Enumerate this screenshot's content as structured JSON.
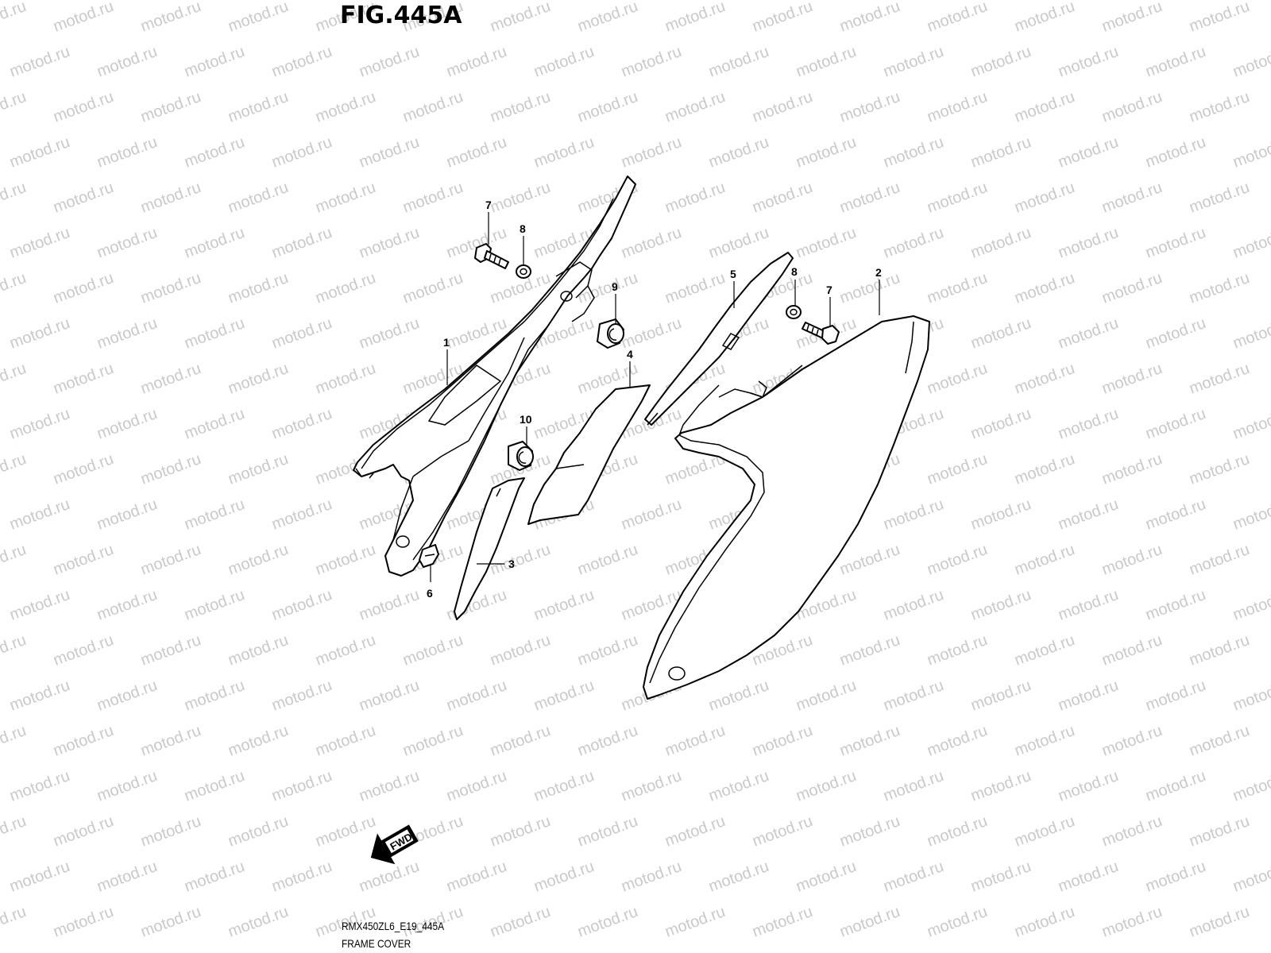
{
  "figure": {
    "title": "FIG.445A",
    "model_code": "RMX450ZL6_E19_445A",
    "caption": "FRAME COVER"
  },
  "watermark": {
    "text": "motod.ru"
  },
  "direction_arrow": {
    "label": "FWD"
  },
  "callouts": {
    "c1": "1",
    "c2": "2",
    "c3": "3",
    "c4": "4",
    "c5": "5",
    "c6": "6",
    "c7_left": "7",
    "c7_right": "7",
    "c8_left": "8",
    "c8_right": "8",
    "c9": "9",
    "c10": "10"
  },
  "colors": {
    "ink": "#000000",
    "watermark": "#c9c9c9",
    "background": "#ffffff"
  }
}
